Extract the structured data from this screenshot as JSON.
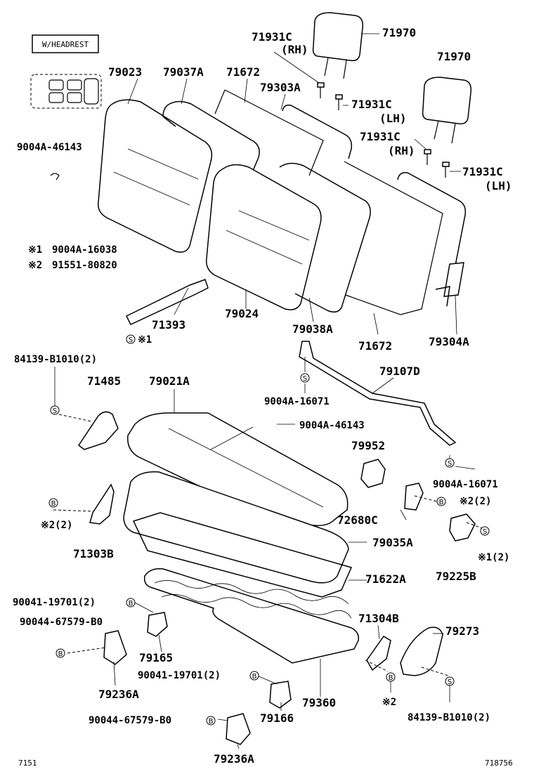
{
  "badge": "W/HEADREST",
  "footer": {
    "left": "7151",
    "right": "718756"
  },
  "symbol_legend": [
    {
      "mark": "※1",
      "part": "9004A-16038"
    },
    {
      "mark": "※2",
      "part": "91551-80820"
    }
  ],
  "symbols": {
    "screw": "S",
    "bolt": "B"
  },
  "labels": {
    "p79023": "79023",
    "p79037A": "79037A",
    "p71672_top": "71672",
    "p79303A": "79303A",
    "p71931C_rh1": "71931C",
    "rh1": "(RH)",
    "p71970_1": "71970",
    "p71931C_lh1": "71931C",
    "lh1": "(LH)",
    "p71970_2": "71970",
    "p71931C_rh2": "71931C",
    "rh2": "(RH)",
    "p71931C_lh2": "71931C",
    "lh2": "(LH)",
    "p9004A_46143_a": "9004A-46143",
    "p71393": "71393",
    "p71393_note": "※1",
    "p79024": "79024",
    "p79038A": "79038A",
    "p71672_bot": "71672",
    "p79304A": "79304A",
    "p84139_top": "84139-B1010(2)",
    "p71485": "71485",
    "p79021A": "79021A",
    "p79107D": "79107D",
    "p9004A_16071_a": "9004A-16071",
    "p9004A_46143_b": "9004A-46143",
    "p79952": "79952",
    "p9004A_16071_b": "9004A-16071",
    "p71303B_note": "※2(2)",
    "p71303B": "71303B",
    "p72680C": "72680C",
    "p72680C_note": "※2(2)",
    "p79035A": "79035A",
    "p79225B_note": "※1(2)",
    "p79225B": "79225B",
    "p71622A": "71622A",
    "p90041_a": "90041-19701(2)",
    "p90044_a": "90044-67579-B0",
    "p79165": "79165",
    "p79236A_a": "79236A",
    "p71304B": "71304B",
    "p79273": "79273",
    "p90041_b": "90041-19701(2)",
    "p79360": "79360",
    "p79304B_note": "※2",
    "p84139_bot": "84139-B1010(2)",
    "p90044_b": "90044-67579-B0",
    "p79166": "79166",
    "p79236A_b": "79236A"
  }
}
